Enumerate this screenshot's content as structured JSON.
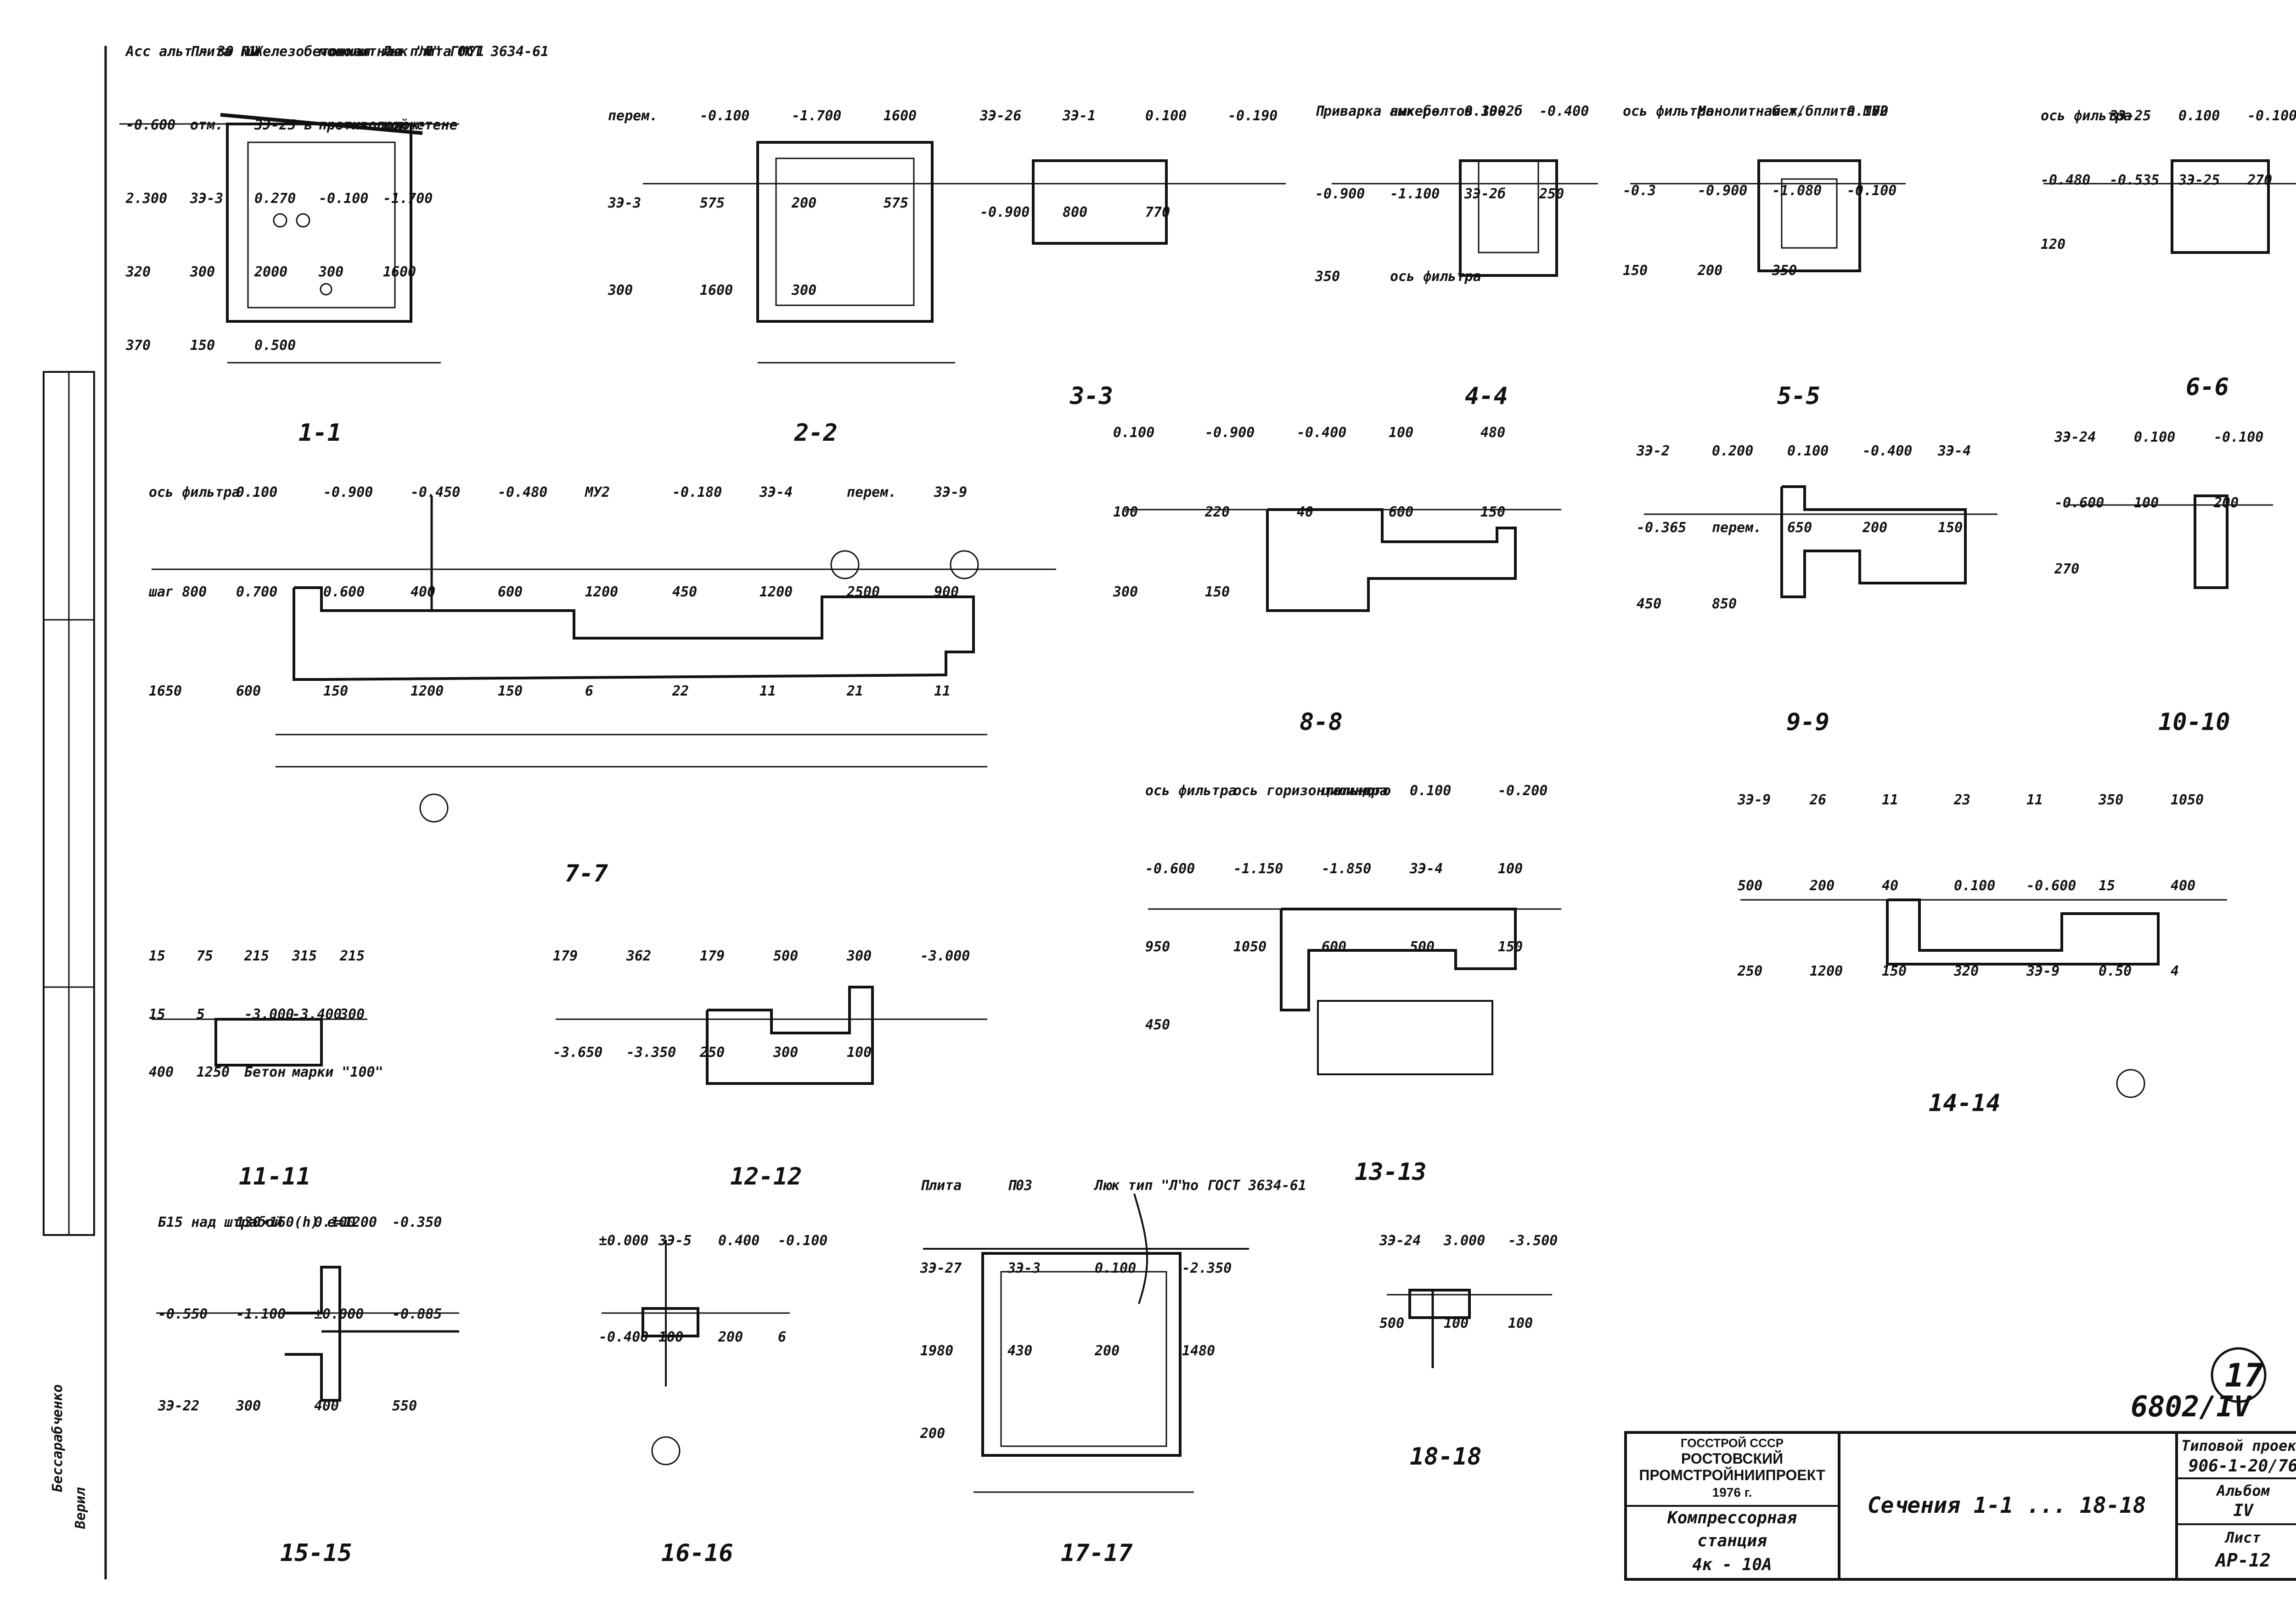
{
  "sections": {
    "s1": {
      "caption": "1-1",
      "labels": [
        "Асс альт - 30 мм",
        "Плита П1",
        "Железобетонная",
        "монолитная плита МУ1",
        "Люк \"Л\" ГОСТ 3634-61",
        "-0.600",
        "отм.",
        "ЗЭ-25 в",
        "противополож-",
        "ной стене",
        "2.300",
        "ЗЭ-3",
        "0.270",
        "-0.100",
        "-1.700",
        "320",
        "300",
        "2000",
        "300",
        "1600",
        "370",
        "150",
        "0.500"
      ]
    },
    "s2": {
      "caption": "2-2",
      "labels": [
        "перем.",
        "-0.100",
        "-1.700",
        "1600",
        "ЗЭ-3",
        "575",
        "200",
        "575",
        "300",
        "1600",
        "300"
      ]
    },
    "s3": {
      "caption": "3-3",
      "labels": [
        "ЗЭ-26",
        "ЗЭ-1",
        "0.100",
        "-0.190",
        "-0.900",
        "800",
        "770"
      ]
    },
    "s4": {
      "caption": "4-4",
      "labels": [
        "Приварка анкер-",
        "ных болтов ЗЭ-2б",
        "0.100",
        "-0.400",
        "-0.900",
        "-1.100",
        "ЗЭ-2б",
        "250",
        "350",
        "ось фильтра"
      ]
    },
    "s5": {
      "caption": "5-5",
      "labels": [
        "ось фильтра",
        "Монолитная ж/б",
        "бет. плита МУ2",
        "0.100",
        "-0.3",
        "-0.900",
        "-1.080",
        "-0.100",
        "150",
        "200",
        "350"
      ]
    },
    "s6": {
      "caption": "6-6",
      "labels": [
        "ось фильтра",
        "ЗЭ-25",
        "0.100",
        "-0.100",
        "-0.480",
        "-0.535",
        "ЗЭ-25",
        "270",
        "120"
      ]
    },
    "s7": {
      "caption": "7-7",
      "labels": [
        "ось фильтра",
        "0.100",
        "-0.900",
        "-0.450",
        "-0.480",
        "МУ2",
        "-0.180",
        "ЗЭ-4",
        "перем.",
        "ЗЭ-9",
        "шаг 800",
        "0.700",
        "0.600",
        "400",
        "600",
        "1200",
        "450",
        "1200",
        "2500",
        "900",
        "1650",
        "600",
        "150",
        "1200",
        "150",
        "6",
        "22",
        "11",
        "21",
        "11"
      ]
    },
    "s8": {
      "caption": "8-8",
      "labels": [
        "0.100",
        "-0.900",
        "-0.400",
        "100",
        "480",
        "100",
        "220",
        "40",
        "600",
        "150",
        "300",
        "150"
      ]
    },
    "s9": {
      "caption": "9-9",
      "labels": [
        "ЗЭ-2",
        "0.200",
        "0.100",
        "-0.400",
        "ЗЭ-4",
        "-0.365",
        "перем.",
        "650",
        "200",
        "150",
        "450",
        "850"
      ]
    },
    "s10": {
      "caption": "10-10",
      "labels": [
        "ЗЭ-24",
        "0.100",
        "-0.100",
        "-0.600",
        "100",
        "200",
        "270"
      ]
    },
    "s11": {
      "caption": "11-11",
      "labels": [
        "15",
        "75",
        "215",
        "315",
        "215",
        "15",
        "5",
        "-3.000",
        "-3.400",
        "300",
        "400",
        "1250",
        "Бетон",
        "марки \"100\""
      ]
    },
    "s12": {
      "caption": "12-12",
      "labels": [
        "179",
        "362",
        "179",
        "500",
        "300",
        "-3.000",
        "-3.650",
        "-3.350",
        "250",
        "300",
        "100"
      ]
    },
    "s13": {
      "caption": "13-13",
      "labels": [
        "ось фильтра",
        "ось горизонтального",
        "цилиндра",
        "0.100",
        "-0.200",
        "-0.600",
        "-1.150",
        "-1.850",
        "ЗЭ-4",
        "100",
        "950",
        "1050",
        "600",
        "500",
        "150",
        "450"
      ]
    },
    "s14": {
      "caption": "14-14",
      "labels": [
        "ЗЭ-9",
        "26",
        "11",
        "23",
        "11",
        "350",
        "1050",
        "500",
        "200",
        "40",
        "0.100",
        "-0.600",
        "15",
        "400",
        "250",
        "1200",
        "150",
        "320",
        "ЗЭ-9",
        "0.50",
        "4"
      ]
    },
    "s15": {
      "caption": "15-15",
      "labels": [
        "Б15 над штрабой",
        "130×160(h) e=1200",
        "0.100",
        "-0.350",
        "-0.550",
        "-1.100",
        "±0.000",
        "-0.885",
        "ЗЭ-22",
        "300",
        "400",
        "550"
      ]
    },
    "s16": {
      "caption": "16-16",
      "labels": [
        "±0.000",
        "ЗЭ-5",
        "0.400",
        "-0.100",
        "-0.400",
        "100",
        "200",
        "6"
      ]
    },
    "s17": {
      "caption": "17-17",
      "labels": [
        "Плита",
        "П03",
        "Люк тип \"Л\"",
        "по ГОСТ 3634-61",
        "ЗЭ-27",
        "ЗЭ-3",
        "0.100",
        "-2.350",
        "1980",
        "430",
        "200",
        "1480",
        "200"
      ]
    },
    "s18": {
      "caption": "18-18",
      "labels": [
        "ЗЭ-24",
        "3.000",
        "-3.500",
        "500",
        "100",
        "100"
      ]
    }
  },
  "sheet_mark": "17",
  "archive_no": "6802/IV",
  "title_block": {
    "org_line1": "ГОССТРОЙ СССР",
    "org_line2": "РОСТОВСКИЙ",
    "org_line3": "ПРОМСТРОЙНИИПРОЕКТ",
    "year": "1976 г.",
    "object_line1": "Компрессорная",
    "object_line2": "станция",
    "object_line3": "4к - 10А",
    "drawing_title": "Сечения 1-1 ... 18-18",
    "project_label": "Типовой проект",
    "project_no": "906-1-20/76",
    "album_label": "Альбом",
    "album_no": "IV",
    "sheet_label": "Лист",
    "sheet_no": "АР-12"
  },
  "left_margin": {
    "verified": "Верил",
    "stamp": "Бессарабченко"
  }
}
